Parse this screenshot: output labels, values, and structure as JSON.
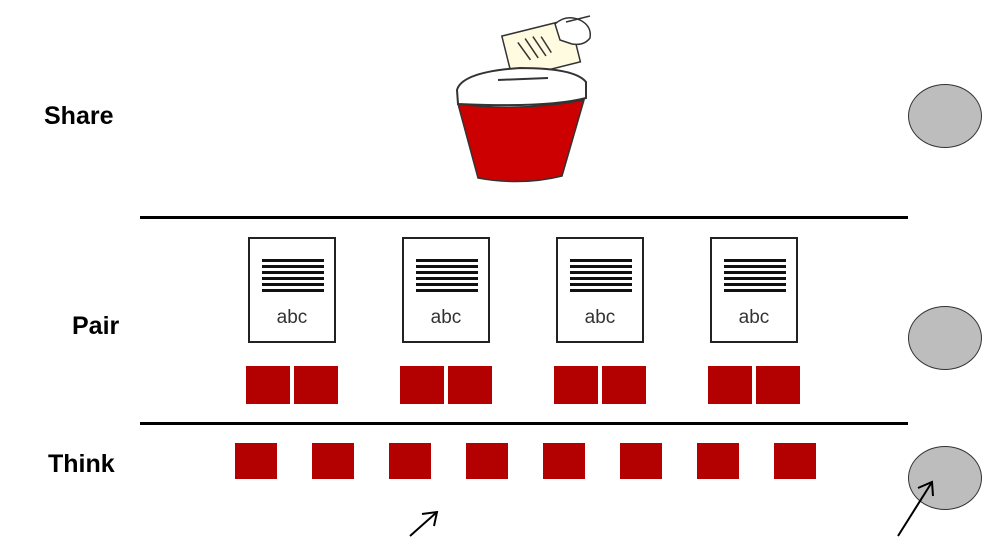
{
  "levels": {
    "share": "Share",
    "pair": "Pair",
    "think": "Think"
  },
  "documents": [
    "abc",
    "abc",
    "abc",
    "abc"
  ],
  "colors": {
    "square": "#b30000",
    "ballot_box": "#cc0000",
    "person": "#bdbdbd"
  },
  "icons": [
    "ballot-box-icon",
    "person-icon",
    "arrow-icon",
    "document-icon"
  ]
}
